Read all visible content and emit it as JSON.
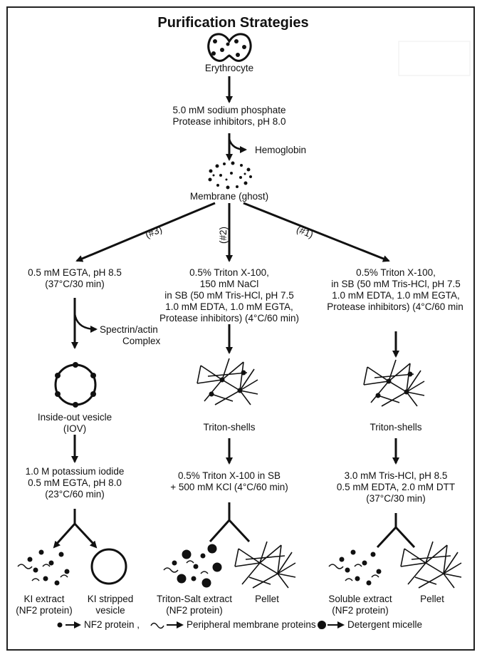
{
  "title": "Purification Strategies",
  "erythrocyte": "Erythrocyte",
  "lysis": [
    "5.0 mM sodium phosphate",
    "Protease inhibitors, pH 8.0"
  ],
  "hemoglobin": "Hemoglobin",
  "membrane": "Membrane (ghost)",
  "branch_labels": [
    "(#3)",
    "(#2)",
    "(#1)"
  ],
  "col3": {
    "step1": [
      "0.5 mM EGTA, pH 8.5",
      "(37°C/30 min)"
    ],
    "removed": [
      "Spectrin/actin",
      "Complex"
    ],
    "vesicle": [
      "Inside-out vesicle",
      "(IOV)"
    ],
    "step2": [
      "1.0 M potassium iodide",
      "0.5 mM EGTA, pH 8.0",
      "(23°C/60 min)"
    ],
    "product_left": [
      "KI extract",
      "(NF2 protein)"
    ],
    "product_right": [
      "KI stripped",
      "vesicle"
    ]
  },
  "col2": {
    "step1": [
      "0.5% Triton X-100,",
      "150 mM NaCl",
      "in SB (50 mM Tris-HCl, pH 7.5",
      "1.0 mM EDTA, 1.0 mM EGTA,",
      "Protease inhibitors) (4°C/60 min)"
    ],
    "shells": "Triton-shells",
    "step2": [
      "0.5% Triton X-100 in SB",
      "+ 500 mM KCl (4°C/60 min)"
    ],
    "product_left": [
      "Triton-Salt extract",
      "(NF2 protein)"
    ],
    "product_right": "Pellet"
  },
  "col1": {
    "step1": [
      "0.5% Triton X-100,",
      "in SB (50 mM Tris-HCl, pH 7.5",
      "1.0 mM EDTA, 1.0 mM EGTA,",
      "Protease inhibitors) (4°C/60 min"
    ],
    "shells": "Triton-shells",
    "step2": [
      "3.0 mM Tris-HCl, pH 8.5",
      "0.5 mM EDTA, 2.0 mM DTT",
      "(37°C/30 min)"
    ],
    "product_left": [
      "Soluble extract",
      "(NF2 protein)"
    ],
    "product_right": "Pellet"
  },
  "legend": {
    "nf2": "NF2 protein ,",
    "peripheral": "Peripheral membrane proteins ,",
    "micelle": "Detergent micelle"
  }
}
